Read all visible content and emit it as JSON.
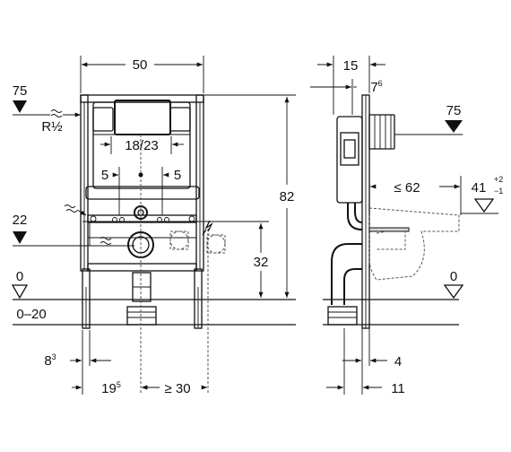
{
  "front_view": {
    "width_top": "50",
    "dim_18_23": "18/23",
    "dim_5_left": "5",
    "dim_5_right": "5",
    "height_82": "82",
    "height_32": "32",
    "level_75": "75",
    "thread": "R½",
    "level_22": "22",
    "level_0": "0",
    "floor_range": "0–20",
    "dim_8": "8",
    "dim_8_sup": "3",
    "dim_19": "19",
    "dim_19_sup": "5",
    "dim_30": "≥ 30"
  },
  "side_view": {
    "depth_15": "15",
    "dim_7": "7",
    "dim_7_sup": "6",
    "level_75": "75",
    "dim_62": "≤ 62",
    "dim_41": "41",
    "tol_plus": "+2",
    "tol_minus": "−1",
    "level_0": "0",
    "dim_4": "4",
    "dim_11": "11"
  }
}
